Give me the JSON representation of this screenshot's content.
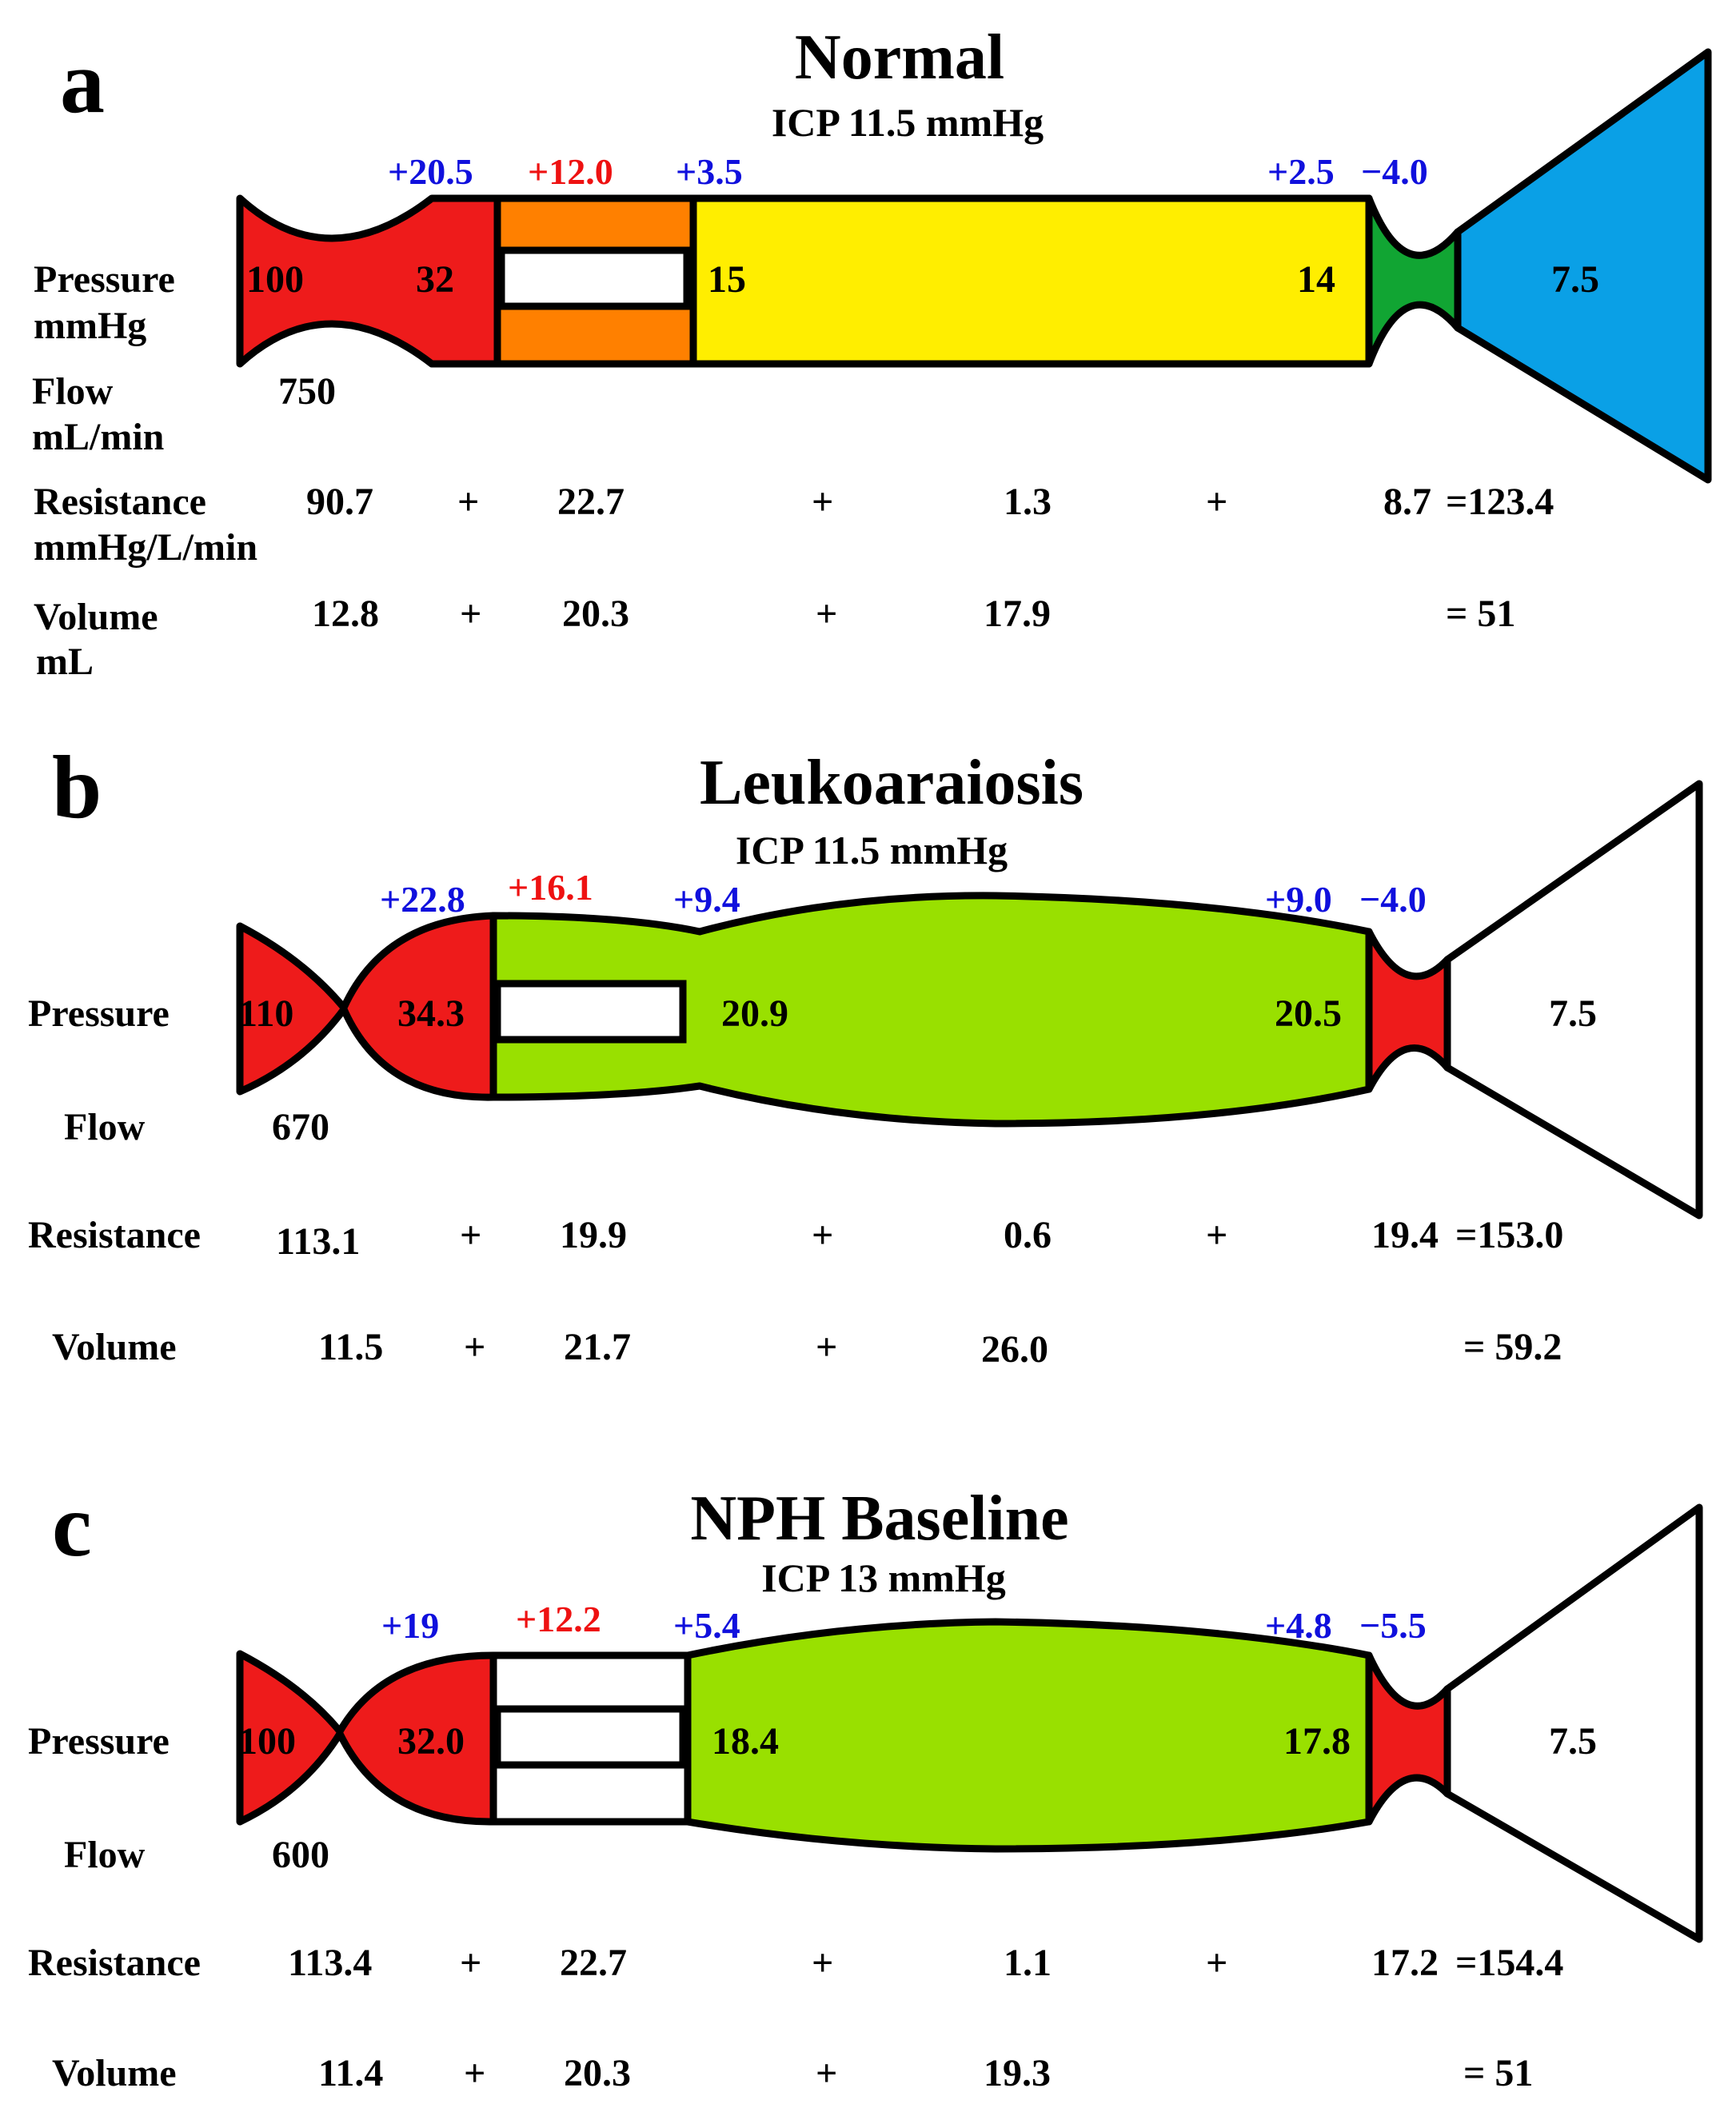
{
  "colors": {
    "delta_blue": "#1010dd",
    "delta_red": "#ee1111",
    "red": "#ee1b1b",
    "orange": "#ff8000",
    "yellow": "#ffee00",
    "green": "#11a533",
    "blue": "#0aa0e6",
    "lime": "#99e000",
    "white": "#ffffff"
  },
  "panels": [
    {
      "letter": "a",
      "title": "Normal",
      "icp": "ICP 11.5 mmHg",
      "deltas": {
        "d1": "+20.5",
        "d2": "+12.0",
        "d3": "+3.5",
        "d4": "+2.5",
        "d5": "−4.0"
      },
      "labels": {
        "pressure": "Pressure",
        "pressure_unit": "mmHg",
        "flow": "Flow",
        "flow_unit": "mL/min",
        "resistance": "Resistance",
        "resistance_unit": "mmHg/L/min",
        "volume": "Volume",
        "volume_unit": "mL"
      },
      "pressures": {
        "p_in": "100",
        "p_art": "32",
        "p_cap": "15",
        "p_vein": "14",
        "p_sinus": "7.5"
      },
      "flow": "750",
      "resistance": {
        "r1": "90.7",
        "r2": "22.7",
        "r3": "1.3",
        "r4": "8.7",
        "total": "=123.4"
      },
      "volume": {
        "v1": "12.8",
        "v2": "20.3",
        "v3": "17.9",
        "total": "=  51"
      },
      "plus": "+",
      "segment_colors": {
        "inflow": "red",
        "arteriole": "orange",
        "vein": "yellow",
        "outflow": "green",
        "sinus": "blue"
      }
    },
    {
      "letter": "b",
      "title": "Leukoaraiosis",
      "icp": "ICP 11.5 mmHg",
      "deltas": {
        "d1": "+22.8",
        "d2": "+16.1",
        "d3": "+9.4",
        "d4": "+9.0",
        "d5": "−4.0"
      },
      "labels": {
        "pressure": "Pressure",
        "flow": "Flow",
        "resistance": "Resistance",
        "volume": "Volume"
      },
      "pressures": {
        "p_in": "110",
        "p_art": "34.3",
        "p_cap": "20.9",
        "p_vein": "20.5",
        "p_sinus": "7.5"
      },
      "flow": "670",
      "resistance": {
        "r1": "113.1",
        "r2": "19.9",
        "r3": "0.6",
        "r4": "19.4",
        "total": "=153.0"
      },
      "volume": {
        "v1": "11.5",
        "v2": "21.7",
        "v3": "26.0",
        "total": "=  59.2"
      },
      "plus": "+",
      "segment_colors": {
        "inflow": "red",
        "arteriole": "lime",
        "vein": "lime",
        "outflow": "red",
        "sinus": "white"
      }
    },
    {
      "letter": "c",
      "title": "NPH Baseline",
      "icp": "ICP 13 mmHg",
      "deltas": {
        "d1": "+19",
        "d2": "+12.2",
        "d3": "+5.4",
        "d4": "+4.8",
        "d5": "−5.5"
      },
      "labels": {
        "pressure": "Pressure",
        "flow": "Flow",
        "resistance": "Resistance",
        "volume": "Volume"
      },
      "pressures": {
        "p_in": "100",
        "p_art": "32.0",
        "p_cap": "18.4",
        "p_vein": "17.8",
        "p_sinus": "7.5"
      },
      "flow": "600",
      "resistance": {
        "r1": "113.4",
        "r2": "22.7",
        "r3": "1.1",
        "r4": "17.2",
        "total": "=154.4"
      },
      "volume": {
        "v1": "11.4",
        "v2": "20.3",
        "v3": "19.3",
        "total": "=  51"
      },
      "plus": "+",
      "segment_colors": {
        "inflow": "red",
        "arteriole": "white",
        "vein": "lime",
        "outflow": "red",
        "sinus": "white"
      }
    }
  ]
}
